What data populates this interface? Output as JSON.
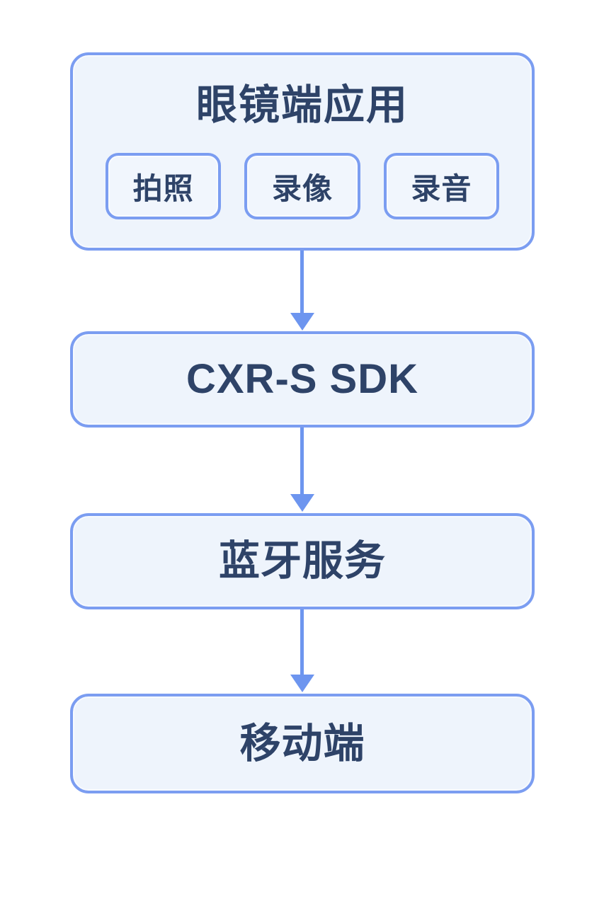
{
  "diagram": {
    "type": "flowchart",
    "direction": "top-down",
    "nodes": [
      {
        "id": "glasses-app",
        "label": "眼镜端应用",
        "children": [
          {
            "id": "photo",
            "label": "拍照"
          },
          {
            "id": "video",
            "label": "录像"
          },
          {
            "id": "audio",
            "label": "录音"
          }
        ]
      },
      {
        "id": "cxr-s-sdk",
        "label": "CXR-S SDK"
      },
      {
        "id": "bluetooth-service",
        "label": "蓝牙服务"
      },
      {
        "id": "mobile",
        "label": "移动端"
      }
    ],
    "edges": [
      {
        "from": "glasses-app",
        "to": "cxr-s-sdk"
      },
      {
        "from": "cxr-s-sdk",
        "to": "bluetooth-service"
      },
      {
        "from": "bluetooth-service",
        "to": "mobile"
      }
    ],
    "colors": {
      "node_border": "#7b9df1",
      "node_fill": "#eef4fc",
      "sub_node_fill": "#f1f6fd",
      "arrow": "#6d95ef",
      "text": "#2e4368",
      "background": "#ffffff"
    }
  }
}
